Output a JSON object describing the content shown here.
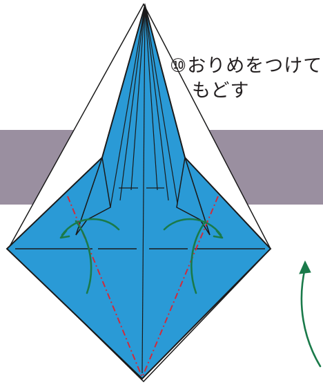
{
  "step": {
    "number": "⑩",
    "text_line1": "おりめをつけて",
    "text_line2": "もどす"
  },
  "colors": {
    "paper": "#2a9ad6",
    "paper_edge": "#1a1a1a",
    "band": "#9a8fa0",
    "fold_valley": "#d12a3a",
    "arrow": "#1a7a4a",
    "crease": "#1a1a1a",
    "background": "#ffffff"
  },
  "icons": [
    "curved-fold-arrow-icon",
    "return-arrow-icon"
  ]
}
